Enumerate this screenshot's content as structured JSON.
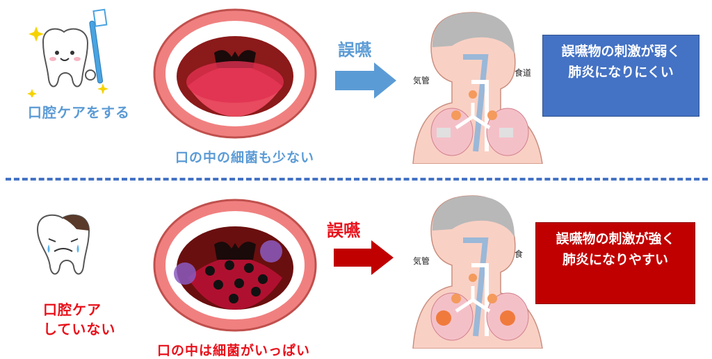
{
  "top": {
    "tooth_label": "口腔ケアをする",
    "mouth_caption": "口の中の細菌も少ない",
    "swallow_label": "誤嚥",
    "callout_line1": "誤嚥物の刺激が弱く",
    "callout_line2": "肺炎になりにくい",
    "trachea_label": "気管",
    "esophagus_label": "食道"
  },
  "bottom": {
    "tooth_label_line1": "口腔ケア",
    "tooth_label_line2": "していない",
    "mouth_caption": "口の中は細菌がいっぱい",
    "swallow_label": "誤嚥",
    "callout_line1": "誤嚥物の刺激が強く",
    "callout_line2": "肺炎になりやすい",
    "trachea_label": "気管",
    "esophagus_label": "食"
  },
  "colors": {
    "good_accent": "#5b9bd5",
    "bad_accent": "#e8101a",
    "good_callout": "#4472c4",
    "bad_callout": "#c00000",
    "divider": "#4472c4"
  }
}
